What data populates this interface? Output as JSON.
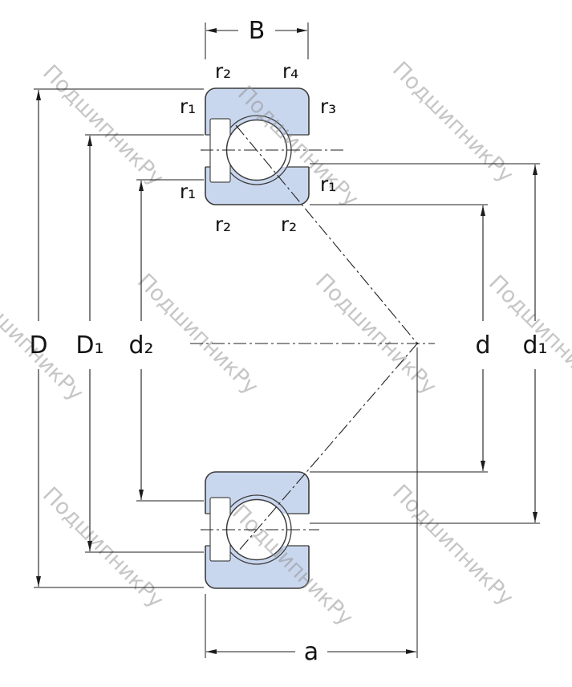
{
  "labels": {
    "B": "B",
    "D": "D",
    "D1": "D₁",
    "d2": "d₂",
    "d": "d",
    "d1": "d₁",
    "a": "a",
    "r1": "r₁",
    "r2": "r₂",
    "r3": "r₃",
    "r4": "r₄"
  },
  "watermark": {
    "text": "ПодшипникРу",
    "color": "#8f8f8f"
  },
  "colors": {
    "ring_fill": "#c9d7ee",
    "line": "#1c1c1c"
  }
}
